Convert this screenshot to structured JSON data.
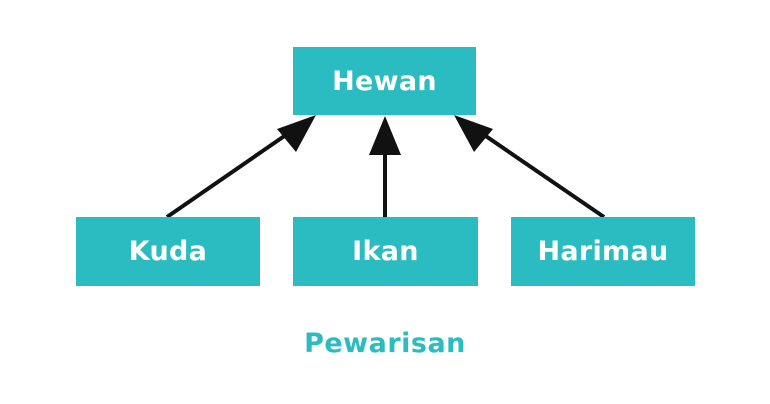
{
  "diagram": {
    "type": "inheritance-tree",
    "colors": {
      "node_fill": "#2bbcc1",
      "node_text": "#ffffff",
      "arrow": "#111111",
      "caption": "#2bbcc1"
    },
    "parent": {
      "label": "Hewan"
    },
    "children": [
      {
        "label": "Kuda"
      },
      {
        "label": "Ikan"
      },
      {
        "label": "Harimau"
      }
    ],
    "edges": [
      {
        "from": "Kuda",
        "to": "Hewan"
      },
      {
        "from": "Ikan",
        "to": "Hewan"
      },
      {
        "from": "Harimau",
        "to": "Hewan"
      }
    ],
    "caption": "Pewarisan"
  }
}
